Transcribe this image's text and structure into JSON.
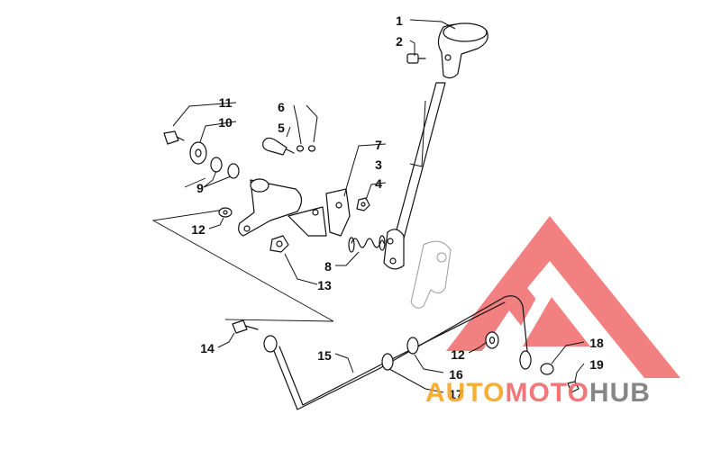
{
  "diagram": {
    "callouts": [
      "1",
      "2",
      "3",
      "4",
      "5",
      "6",
      "7",
      "8",
      "9",
      "10",
      "11",
      "12",
      "12",
      "13",
      "14",
      "15",
      "16",
      "17",
      "18",
      "19"
    ]
  },
  "watermark": {
    "text_a": "AUTO",
    "text_b": "MOTO",
    "text_c": "HUB",
    "color_orange": "#f5a623",
    "color_red": "#f06a6a",
    "color_gray": "#7a7a7a"
  }
}
